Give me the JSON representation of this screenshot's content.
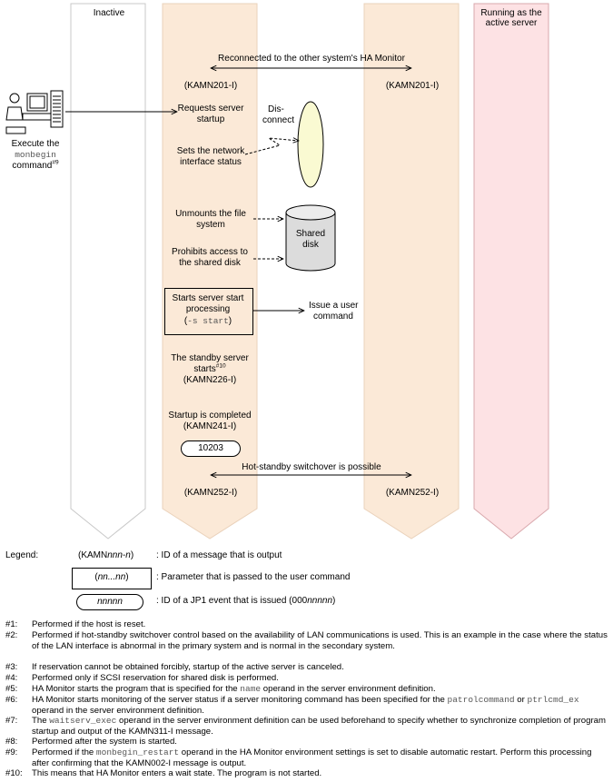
{
  "columns": {
    "inactive": "Inactive",
    "active_line1": "Running as the",
    "active_line2": "active server"
  },
  "top_arrow": "Reconnected to the other system's HA Monitor",
  "msg_201_left": "(KAMN201-I)",
  "msg_201_right": "(KAMN201-I)",
  "operator": {
    "line1": "Execute the",
    "cmd": "monbegin",
    "line3": "command",
    "sup": "#9"
  },
  "steps": {
    "requests_1": "Requests server",
    "requests_2": "startup",
    "disconnect_1": "Dis-",
    "disconnect_2": "connect",
    "network_1": "Sets the network",
    "network_2": "interface status",
    "unmount_1": "Unmounts the file",
    "unmount_2": "system",
    "shared_1": "Shared",
    "shared_2": "disk",
    "prohibit_1": "Prohibits access to",
    "prohibit_2": "the shared disk",
    "start_1": "Starts server start",
    "start_2": "processing",
    "start_param": "-s start",
    "user_cmd_1": "Issue a user",
    "user_cmd_2": "command",
    "standby_1": "The standby server",
    "standby_2": "starts",
    "standby_sup": "#10",
    "msg_226": "(KAMN226-I)",
    "complete": "Startup is completed",
    "msg_241": "(KAMN241-I)",
    "event": "10203",
    "hot_standby": "Hot-standby switchover is possible",
    "msg_252_left": "(KAMN252-I)",
    "msg_252_right": "(KAMN252-I)"
  },
  "legend": {
    "title": "Legend:",
    "msg_a": "(KAMN",
    "msg_b": "nnn-n",
    "msg_c": ")",
    "msg_desc": ": ID of a message that is output",
    "param_a": "(",
    "param_b": "nn...nn",
    "param_c": ")",
    "param_desc": ": Parameter that is passed to the user command",
    "event_a": "nnnnn",
    "event_desc": ": ID of a JP1 event that is issued (000",
    "event_desc_i": "nnnnn",
    "event_desc_end": ")"
  },
  "notes": {
    "n1_k": "#1:",
    "n1": "Performed if the host is reset.",
    "n2_k": "#2:",
    "n2": "Performed if hot-standby switchover control based on the availability of LAN communications is used. This is an example in the case where the status of the LAN interface is abnormal in the primary system and is normal in the secondary system.",
    "n3_k": "#3:",
    "n3": "If reservation cannot be obtained forcibly, startup of the active server is canceled.",
    "n4_k": "#4:",
    "n4": "Performed only if SCSI reservation for shared disk is performed.",
    "n5_k": "#5:",
    "n5_a": "HA Monitor starts the program that is specified for the ",
    "n5_code": "name",
    "n5_b": " operand in the server environment definition.",
    "n6_k": "#6:",
    "n6_a": "HA Monitor starts monitoring of the server status if a server monitoring command has been specified for the ",
    "n6_code1": "patrolcommand",
    "n6_b": " or ",
    "n6_code2": "ptrlcmd_ex",
    "n6_c": " operand in the server environment definition.",
    "n7_k": "#7:",
    "n7_a": "The ",
    "n7_code": "waitserv_exec",
    "n7_b": " operand in the server environment definition can be used beforehand to specify whether to synchronize completion of program startup and output of the KAMN311-I message.",
    "n8_k": "#8:",
    "n8": "Performed after the system is started.",
    "n9_k": "#9:",
    "n9_a": "Performed if the ",
    "n9_code": "monbegin_restart",
    "n9_b": " operand in the HA Monitor environment settings is set to disable automatic restart. Perform this processing after confirming that the KAMN002-I message is output.",
    "n10_k": "#10:",
    "n10": "This means that HA Monitor enters a wait state. The program is not started."
  },
  "colors": {
    "lane_beige": "#fbe9d7",
    "lane_pink": "#fde2e4",
    "disconnect_ellipse": "#fafad2",
    "lane_border_beige": "#ead2bb",
    "lane_border_gray": "#c8c8c8"
  }
}
